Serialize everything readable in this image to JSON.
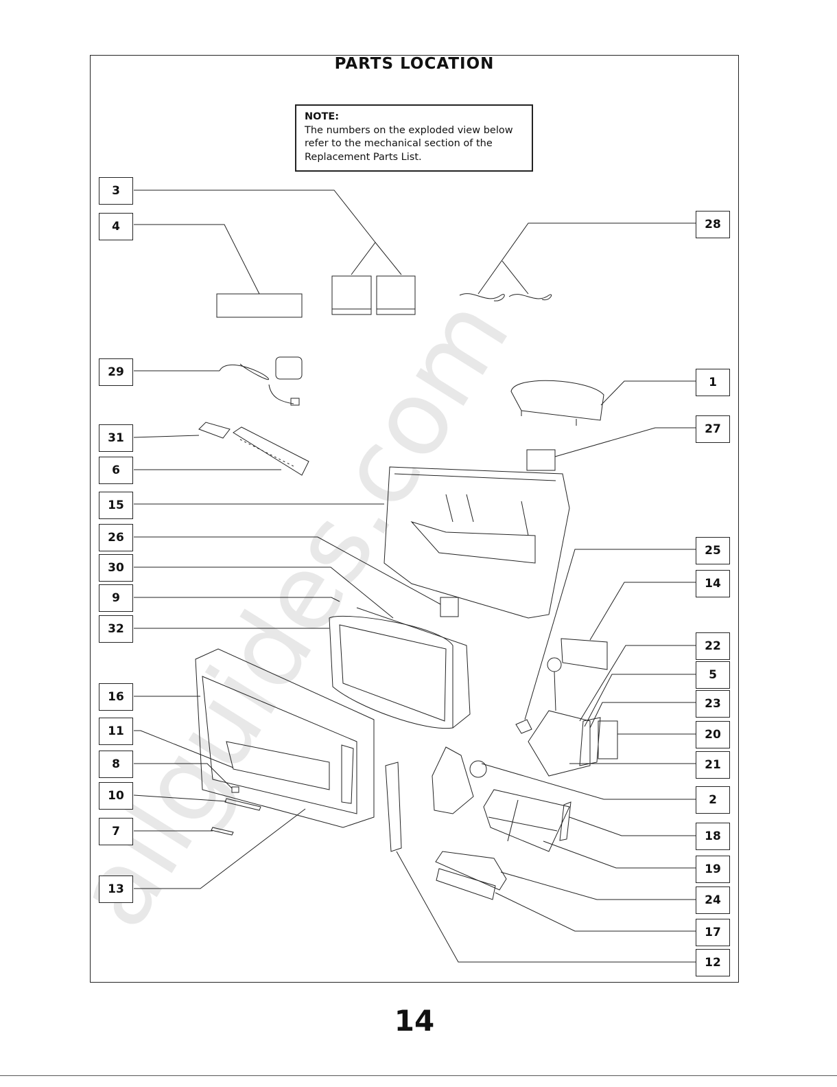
{
  "title": "PARTS LOCATION",
  "note": {
    "title": "NOTE:",
    "body": "The numbers on the exploded view below refer to the mechanical section of the Replacement Parts List."
  },
  "left_labels": [
    "3",
    "4",
    "29",
    "31",
    "6",
    "15",
    "26",
    "30",
    "9",
    "32",
    "16",
    "11",
    "8",
    "10",
    "7",
    "13"
  ],
  "right_labels": [
    "28",
    "1",
    "27",
    "25",
    "14",
    "22",
    "5",
    "23",
    "20",
    "21",
    "2",
    "18",
    "19",
    "24",
    "17",
    "12"
  ],
  "watermark": "allguides.com",
  "page_number": "14",
  "colors": {
    "line": "#222222",
    "watermark": "#e6e6e6"
  }
}
